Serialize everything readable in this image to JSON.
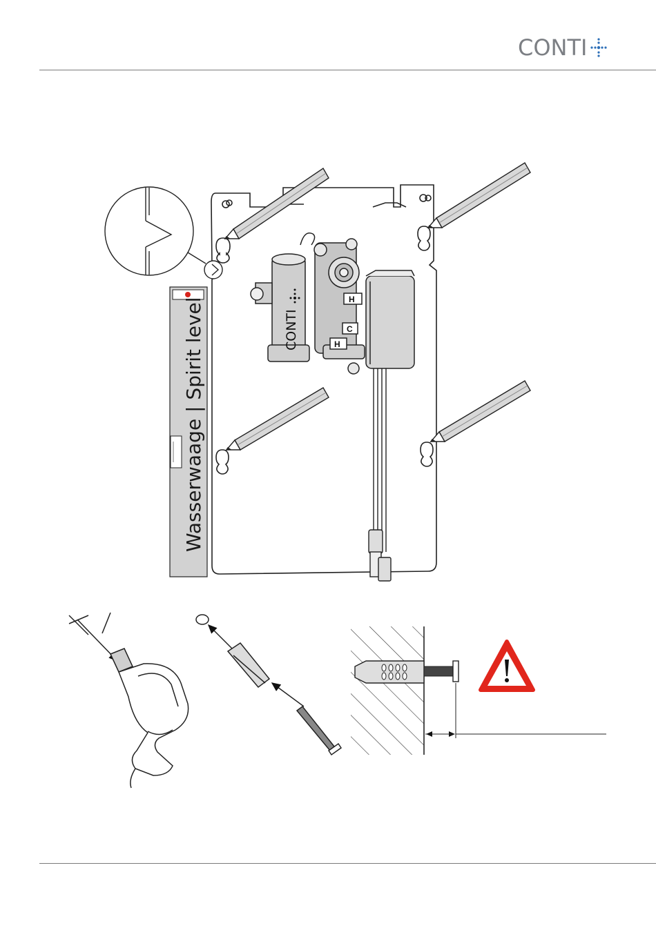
{
  "header": {
    "brand": "CONTI",
    "brand_color": "#7c7f84",
    "brand_dot_color": "#2d6fb7"
  },
  "figure": {
    "spirit_level_label": "Wasserwaage | Spirit level",
    "valve_brand": "CONTI",
    "valve_markings": [
      "H",
      "C",
      "H"
    ],
    "warning_icon": "warning-triangle-icon",
    "warning_color": "#e1261c"
  }
}
